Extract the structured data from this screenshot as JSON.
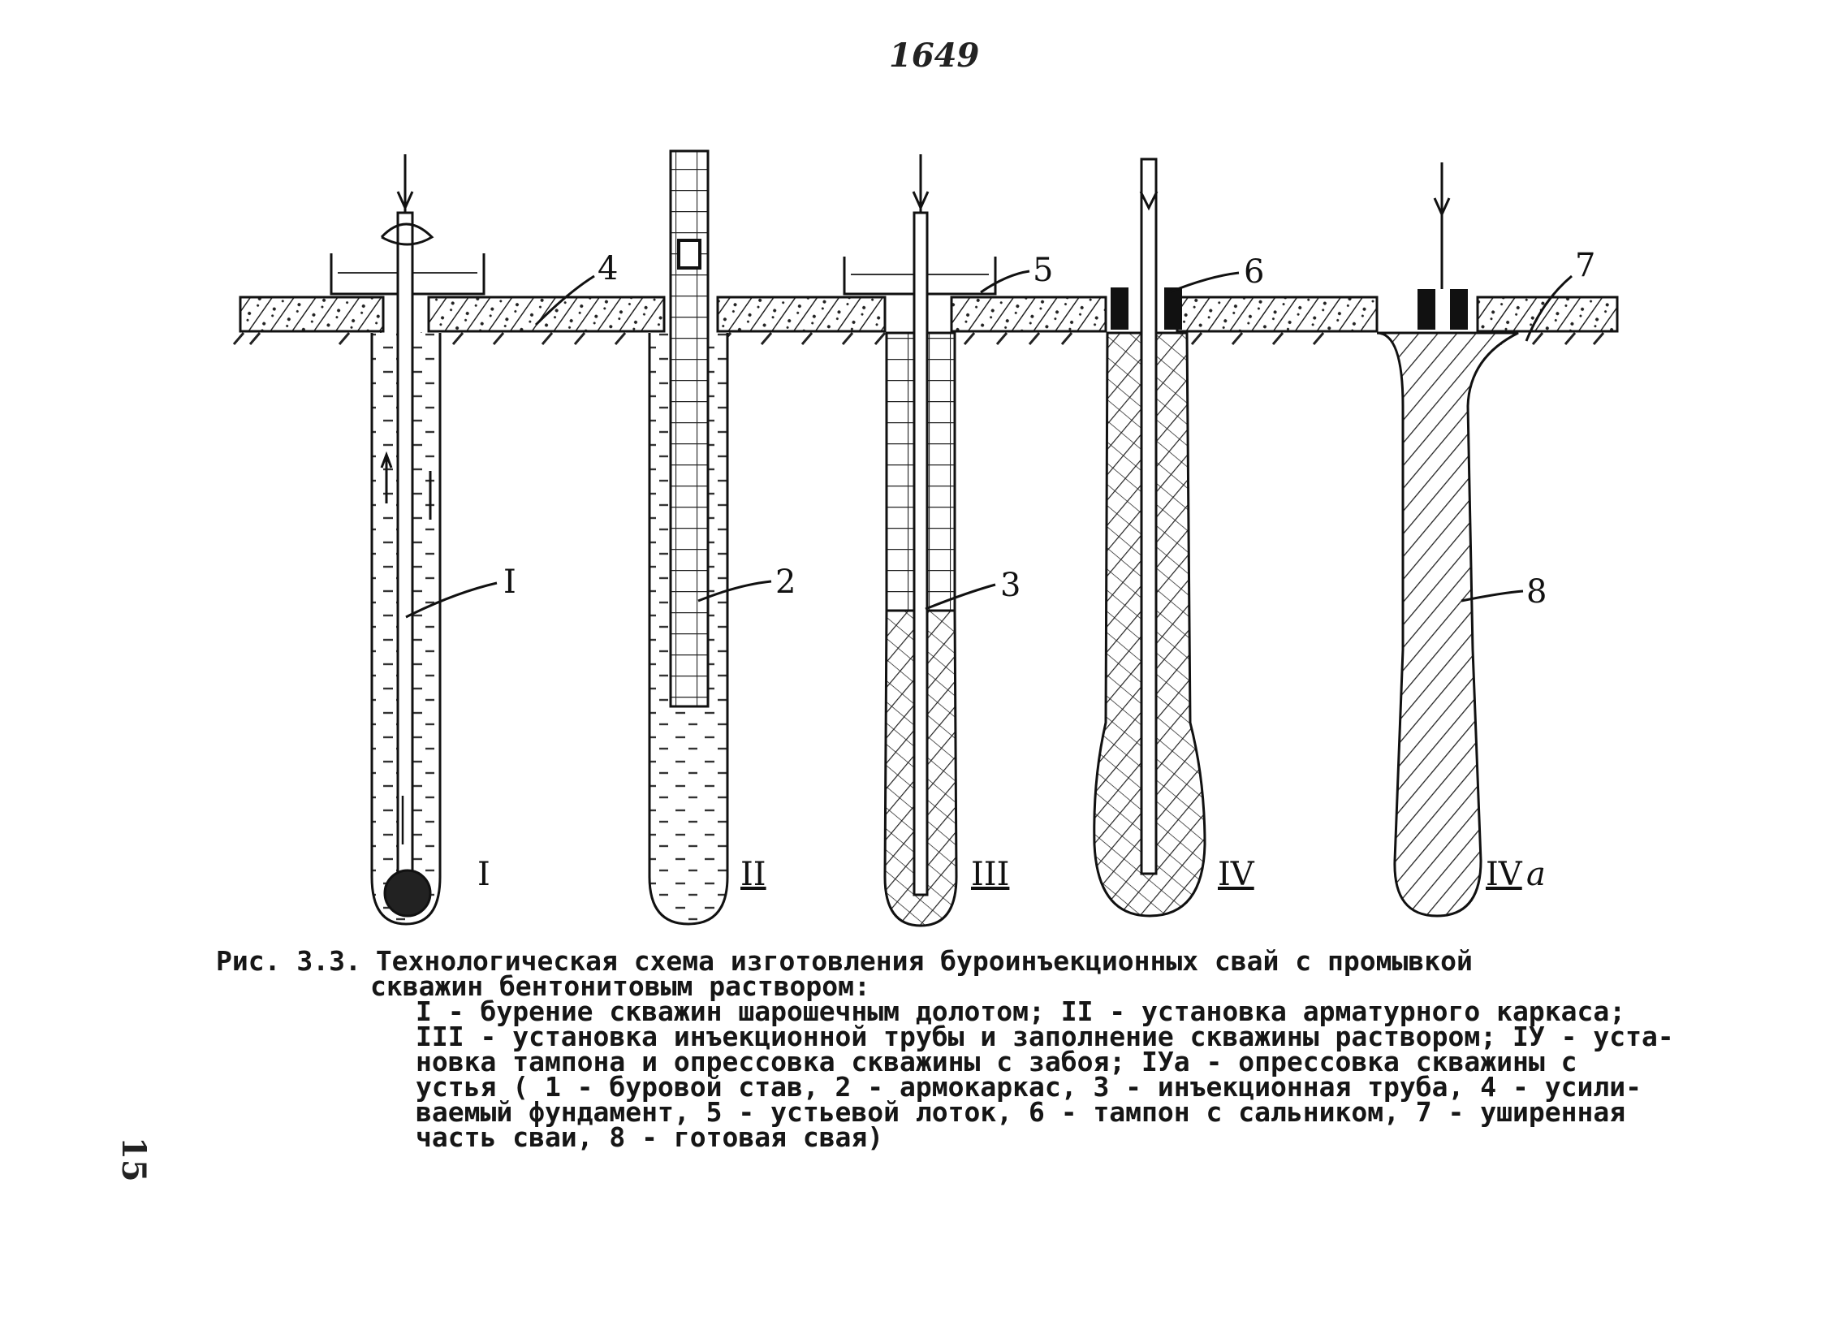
{
  "page_number": "1649",
  "side_number": "15",
  "callouts": {
    "c1": "I",
    "c2": "2",
    "c3": "3",
    "c4": "4",
    "c5": "5",
    "c6": "6",
    "c7": "7",
    "c8": "8"
  },
  "stages": {
    "s1": "I",
    "s2": "II",
    "s3": "III",
    "s4": "IV",
    "s4a": "IV",
    "s4a_suffix": "a"
  },
  "caption": {
    "lead": "Рис. 3.3.",
    "title_1": "Технологическая схема изготовления буроинъекционных свай с промывкой",
    "title_2": "скважин бентонитовым раствором:",
    "lines": [
      "I - бурение скважин шарошечным долотом; II - установка арматурного каркаса;",
      "III - установка инъекционной трубы и заполнение скважины раствором; IУ - уста-",
      "новка тампона и опрессовка скважины с забоя; IУа - опрессовка скважины с",
      "устья ( 1 - буровой став, 2 - армокаркас, 3 - инъекционная труба, 4 - усили-",
      "ваемый фундамент, 5 - устьевой лоток, 6 - тампон с сальником, 7 - уширенная",
      "часть сваи, 8 - готовая свая)"
    ]
  }
}
